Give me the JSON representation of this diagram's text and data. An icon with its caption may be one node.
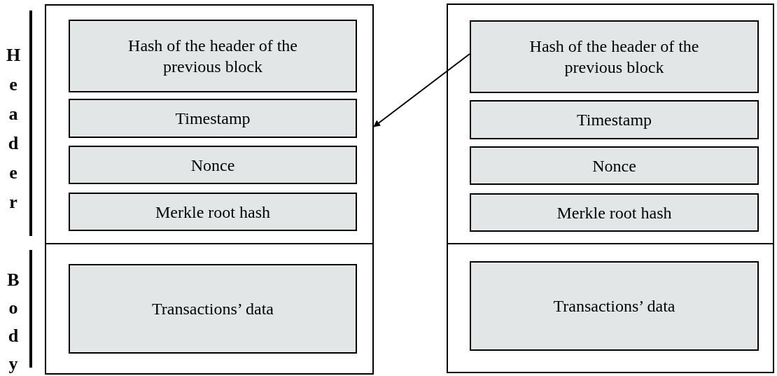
{
  "diagram": {
    "nodes": [
      {
        "text": [],
        "shape": "box"
      },
      {
        "text": [
          "Hash of the header of the previous block"
        ],
        "in": 0
      },
      {
        "text": [
          "Timestamp"
        ],
        "in": 0
      },
      {
        "text": [
          "Nonce"
        ],
        "in": 0
      },
      {
        "text": [
          "Merkle root hash"
        ],
        "in": 0
      },
      {
        "text": [
          "Transactions’ data"
        ],
        "in": 0
      },
      {
        "text": [],
        "shape": "box"
      },
      {
        "text": [
          "Hash of the header of the previous block"
        ],
        "in": 6
      },
      {
        "text": [
          "Timestamp"
        ],
        "in": 6
      },
      {
        "text": [
          "Nonce"
        ],
        "in": 6
      },
      {
        "text": [
          "Merkle root hash"
        ],
        "in": 6
      },
      {
        "text": [
          "Transactions’ data"
        ],
        "in": 6
      }
    ],
    "edges": [
      {
        "from": 7,
        "to": 0,
        "arrow": "to"
      }
    ],
    "labels": [
      "Header",
      "Body"
    ]
  }
}
